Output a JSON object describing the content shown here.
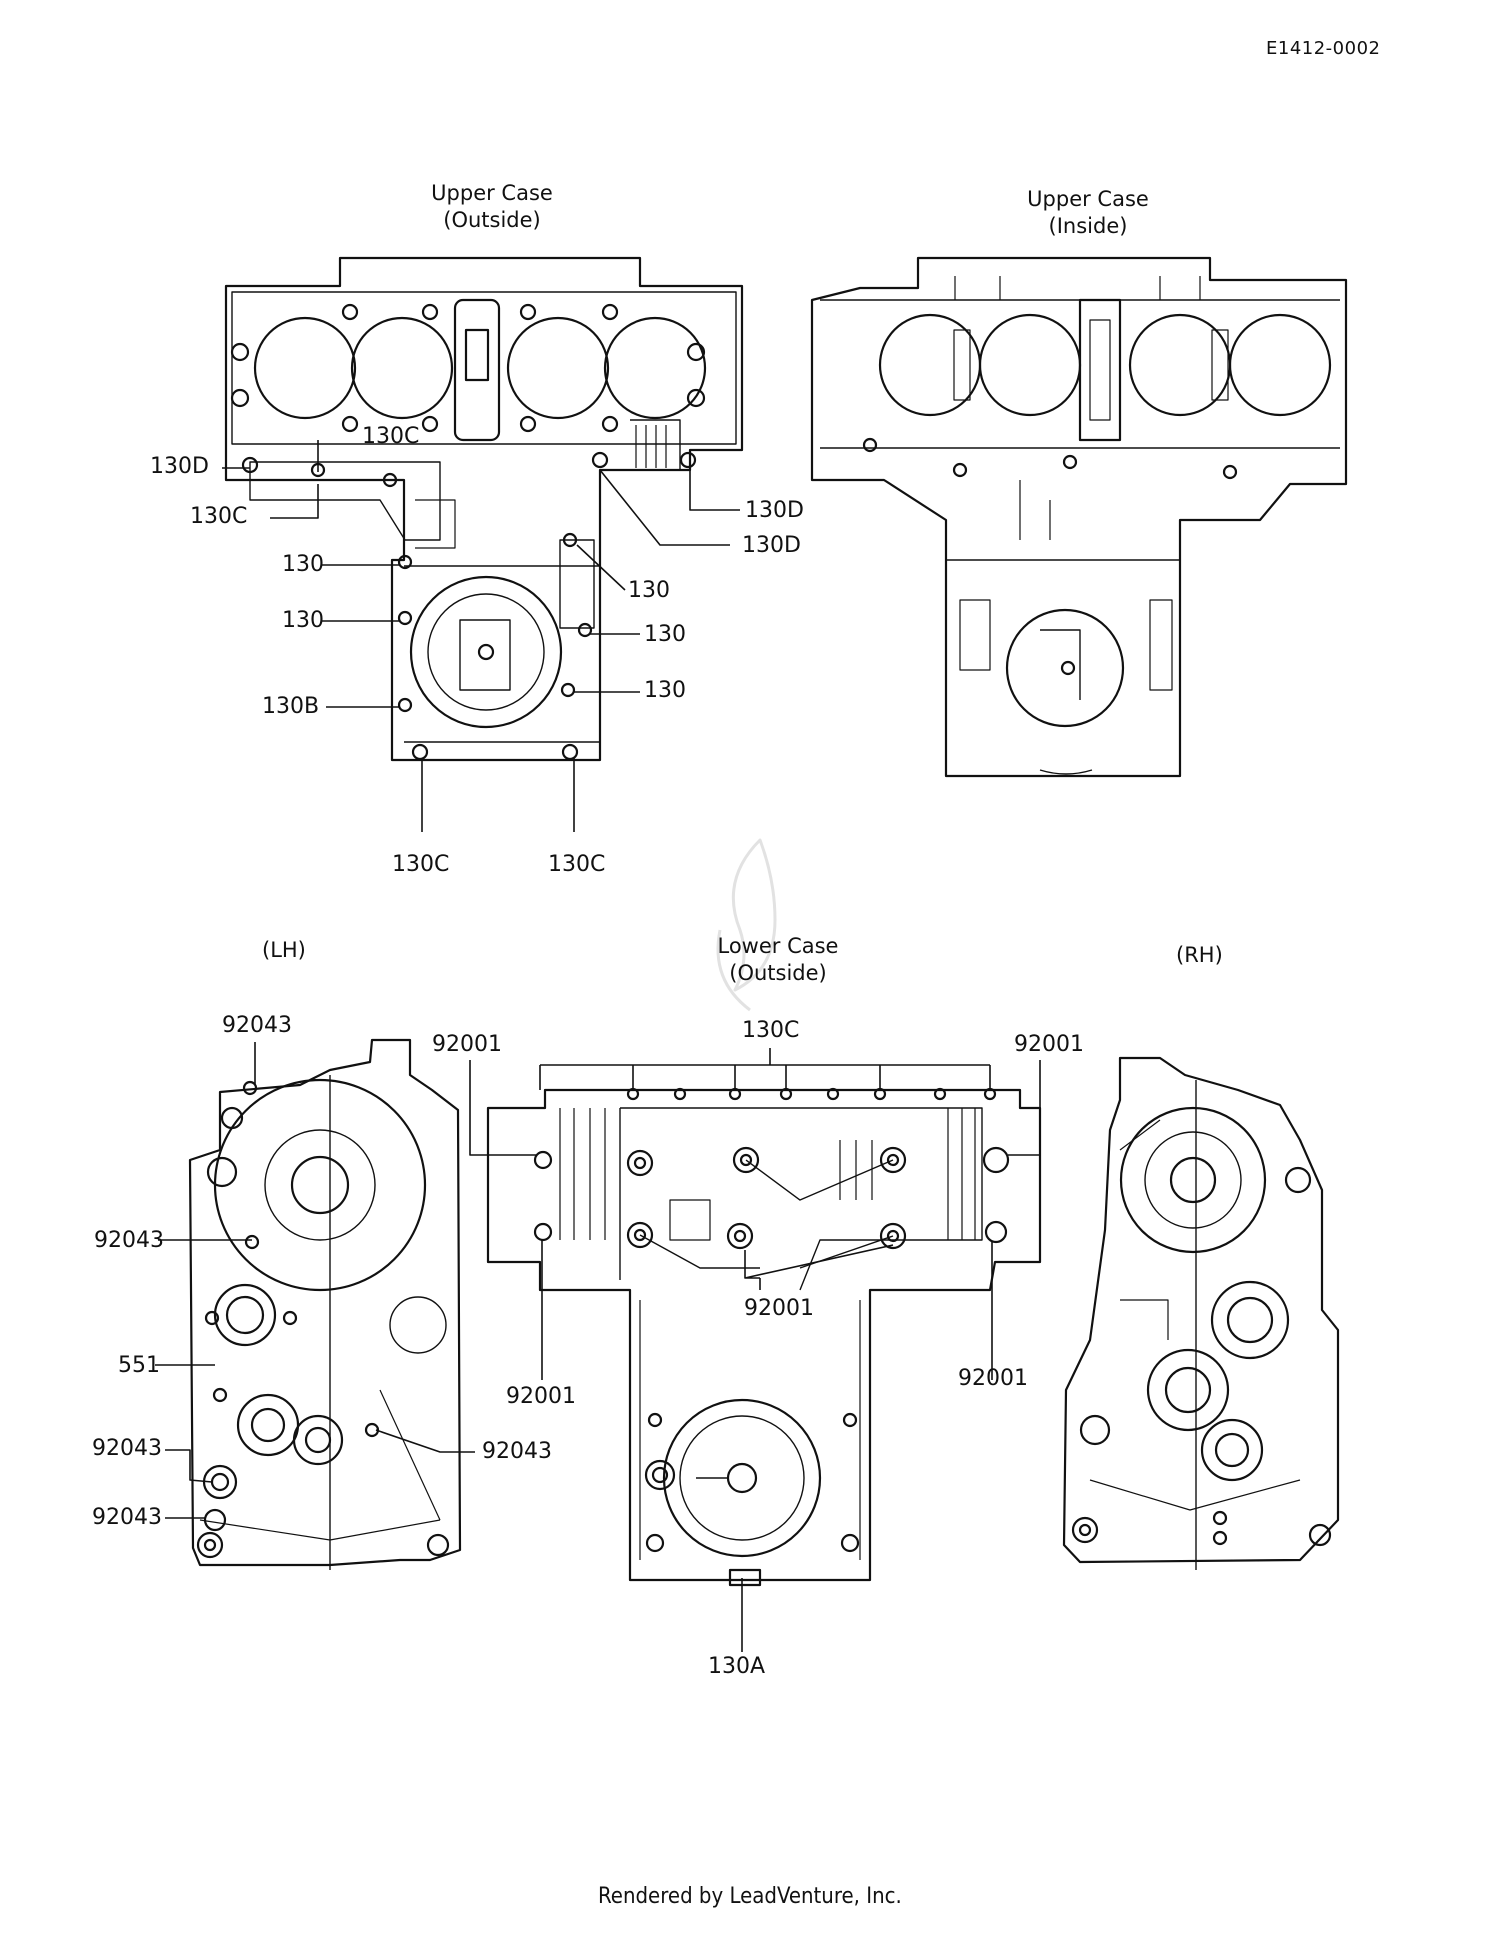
{
  "doc_id": "E1412-0002",
  "views": {
    "upper_outside": {
      "line1": "Upper Case",
      "line2": "(Outside)"
    },
    "upper_inside": {
      "line1": "Upper Case",
      "line2": "(Inside)"
    },
    "lower_outside": {
      "line1": "Lower Case",
      "line2": "(Outside)"
    },
    "lh": "(LH)",
    "rh": "(RH)"
  },
  "callouts": {
    "uo_130d_a": "130D",
    "uo_130c_a": "130C",
    "uo_130c_b": "130C",
    "uo_130d_b": "130D",
    "uo_130d_c": "130D",
    "uo_130_a": "130",
    "uo_130_b": "130",
    "uo_130b": "130B",
    "uo_130_c": "130",
    "uo_130_d": "130",
    "uo_130_e": "130",
    "uo_130c_c": "130C",
    "uo_130c_d": "130C",
    "lo_130c": "130C",
    "lo_92001_a": "92001",
    "lo_92001_b": "92001",
    "lo_92001_c": "92001",
    "lo_92001_d": "92001",
    "lo_92001_e": "92001",
    "lo_130a": "130A",
    "lh_92043_a": "92043",
    "lh_92043_b": "92043",
    "lh_551": "551",
    "lh_92043_c": "92043",
    "lh_92043_d": "92043",
    "lh_92043_e": "92043"
  },
  "footer": "Rendered by LeadVenture, Inc."
}
